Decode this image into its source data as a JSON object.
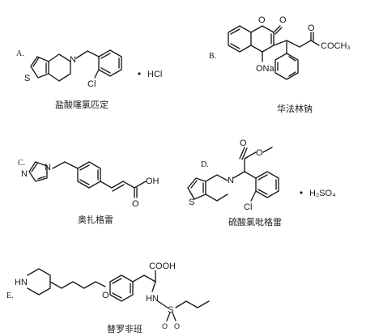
{
  "structures": {
    "a": {
      "letter": "A.",
      "atoms": {
        "s": "S",
        "n": "N",
        "cl": "Cl"
      },
      "salt": "HCl",
      "caption": "盐酸噻氯匹定"
    },
    "b": {
      "letter": "B.",
      "atoms": {
        "o_ring": "O",
        "o_keto": "O",
        "o_ketone": "O",
        "ona": "ONa",
        "me": "CH₃"
      },
      "ketone_label": "O",
      "acetyl": "COCH₃",
      "caption": "华法林钠"
    },
    "c": {
      "letter": "C.",
      "atoms": {
        "n1": "N",
        "n3": "N",
        "oh": "OH",
        "o": "O"
      },
      "caption": "奥扎格雷"
    },
    "d": {
      "letter": "D.",
      "atoms": {
        "o1": "O",
        "o2": "O",
        "n": "N",
        "s": "S",
        "cl": "Cl"
      },
      "salt": "H₂SO₄",
      "caption": "硫酸氯吡格雷"
    },
    "e": {
      "letter": "E.",
      "atoms": {
        "hn": "HN",
        "o": "O",
        "cooh": "COOH",
        "nh": "HN",
        "s": "S",
        "so1": "O",
        "so2": "O"
      },
      "caption": "替罗非班"
    }
  }
}
